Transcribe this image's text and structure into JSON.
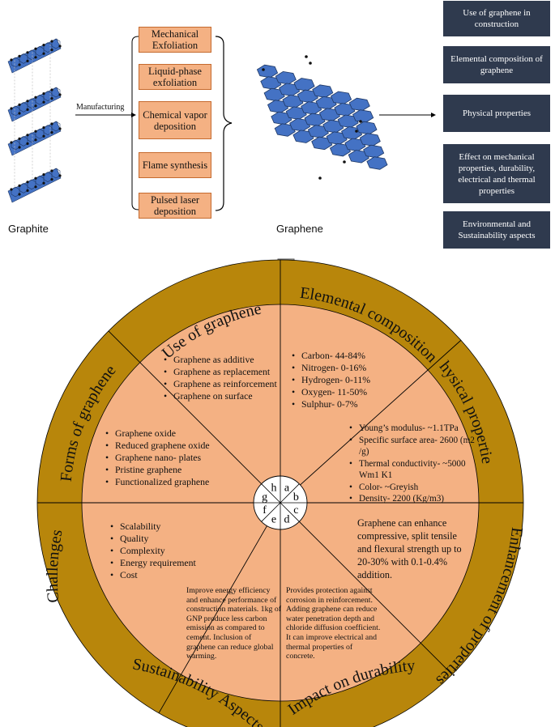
{
  "top": {
    "graphite_label": "Graphite",
    "graphene_label": "Graphene",
    "manufacturing_label": "Manufacturing",
    "methods": [
      "Mechanical Exfoliation",
      "Liquid-phase exfoliation",
      "Chemical vapor deposition",
      "Flame synthesis",
      "Pulsed laser deposition"
    ],
    "topics": [
      "Use of graphene in construction",
      "Elemental composition of graphene",
      "Physical properties",
      "Effect on mechanical properties, durability, electrical and thermal properties",
      "Environmental and Sustainability aspects"
    ]
  },
  "wheel": {
    "ring_labels": {
      "a": "Use of graphene",
      "b": "Elemental composition",
      "c": "Physical properties",
      "d": "Enhancement of properties",
      "e": "Impact on durability",
      "f": "Sustainability Aspects",
      "g": "Challenges",
      "h": "Forms of graphene"
    },
    "center_letters": [
      "a",
      "b",
      "c",
      "d",
      "e",
      "f",
      "g",
      "h"
    ],
    "use_of_graphene": [
      "Graphene as additive",
      "Graphene as replacement",
      "Graphene as reinforcement",
      "Graphene on surface"
    ],
    "elemental": [
      "Carbon- 44-84%",
      "Nitrogen- 0-16%",
      "Hydrogen- 0-11%",
      "Oxygen- 11-50%",
      "Sulphur- 0-7%"
    ],
    "physical": [
      "Young’s modulus- ~1.1TPa",
      "Specific surface area- 2600 (m2 /g)",
      "Thermal conductivity- ~5000 Wm1 K1",
      "Color- ~Greyish",
      "Density- 2200 (Kg/m3)"
    ],
    "forms": [
      "Graphene oxide",
      "Reduced graphene oxide",
      "Graphene nano- plates",
      "Pristine graphene",
      "Functionalized graphene"
    ],
    "challenges": [
      "Scalability",
      "Quality",
      "Complexity",
      "Energy requirement",
      "Cost"
    ],
    "enhancement_text": "Graphene can enhance compressive, split tensile and flexural strength up to 20-30% with 0.1-0.4% addition.",
    "durability_text": "Provides protection against corrosion in reinforcement. Adding graphene can reduce water penetration depth and chloride diffusion coefficient. It can improve electrical and thermal properties of concrete.",
    "sustainability_text": "Improve energy efficiency and enhance performance of construction materials. 1kg of GNP produce less carbon emission as compared to cement. Inclusion of graphene can reduce global warming."
  },
  "colors": {
    "ring": "#b8860b",
    "segment": "#f4b183",
    "method_box": "#f4b183",
    "topic_box": "#2f3a4e",
    "graphene_blue": "#4472c4"
  }
}
